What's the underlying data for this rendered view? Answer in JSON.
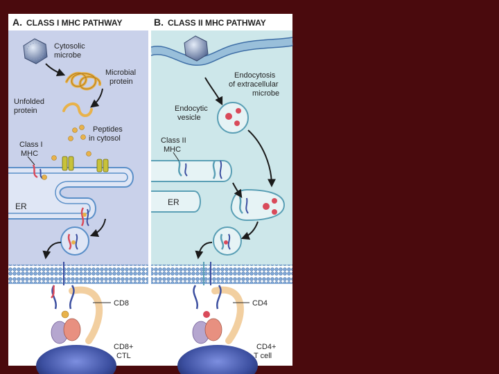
{
  "panel_a": {
    "title_letter": "A.",
    "title": "CLASS I MHC PATHWAY",
    "labels": {
      "cytosolic_microbe": [
        "Cytosolic",
        "microbe"
      ],
      "microbial_protein": [
        "Microbial",
        "protein"
      ],
      "unfolded_protein": [
        "Unfolded",
        "protein"
      ],
      "peptides": [
        "Peptides",
        "in cytosol"
      ],
      "class_mhc": [
        "Class I",
        "MHC"
      ],
      "er": "ER",
      "coreceptor": "CD8",
      "cell": [
        "CD8+",
        "CTL"
      ]
    }
  },
  "panel_b": {
    "title_letter": "B.",
    "title": "CLASS II MHC PATHWAY",
    "labels": {
      "endocytosis": [
        "Endocytosis",
        "of extracellular",
        "microbe"
      ],
      "endocytic_vesicle": [
        "Endocytic",
        "vesicle"
      ],
      "class_mhc": [
        "Class II",
        "MHC"
      ],
      "er": "ER",
      "coreceptor": "CD4",
      "cell": [
        "CD4+",
        "T cell"
      ]
    }
  },
  "colors": {
    "slide_background": "#4a0a0d",
    "panel_a_background": "#c9d1ea",
    "panel_b_background": "#cde7ea",
    "header_background": "#ffffff",
    "arrow": "#1a1a1a",
    "membrane_blue": "#5a8fc8",
    "peptide_orange": "#e8b24a",
    "mhc_red": "#d94a5a",
    "cd_coreceptor": "#f2cfa0",
    "tcell_blue": "#3c4fa0"
  },
  "icons": [
    "virus-icon",
    "protein-coil-icon",
    "proteasome-icon",
    "peptide-dot-icon",
    "mhc-molecule-icon",
    "tcr-icon"
  ]
}
